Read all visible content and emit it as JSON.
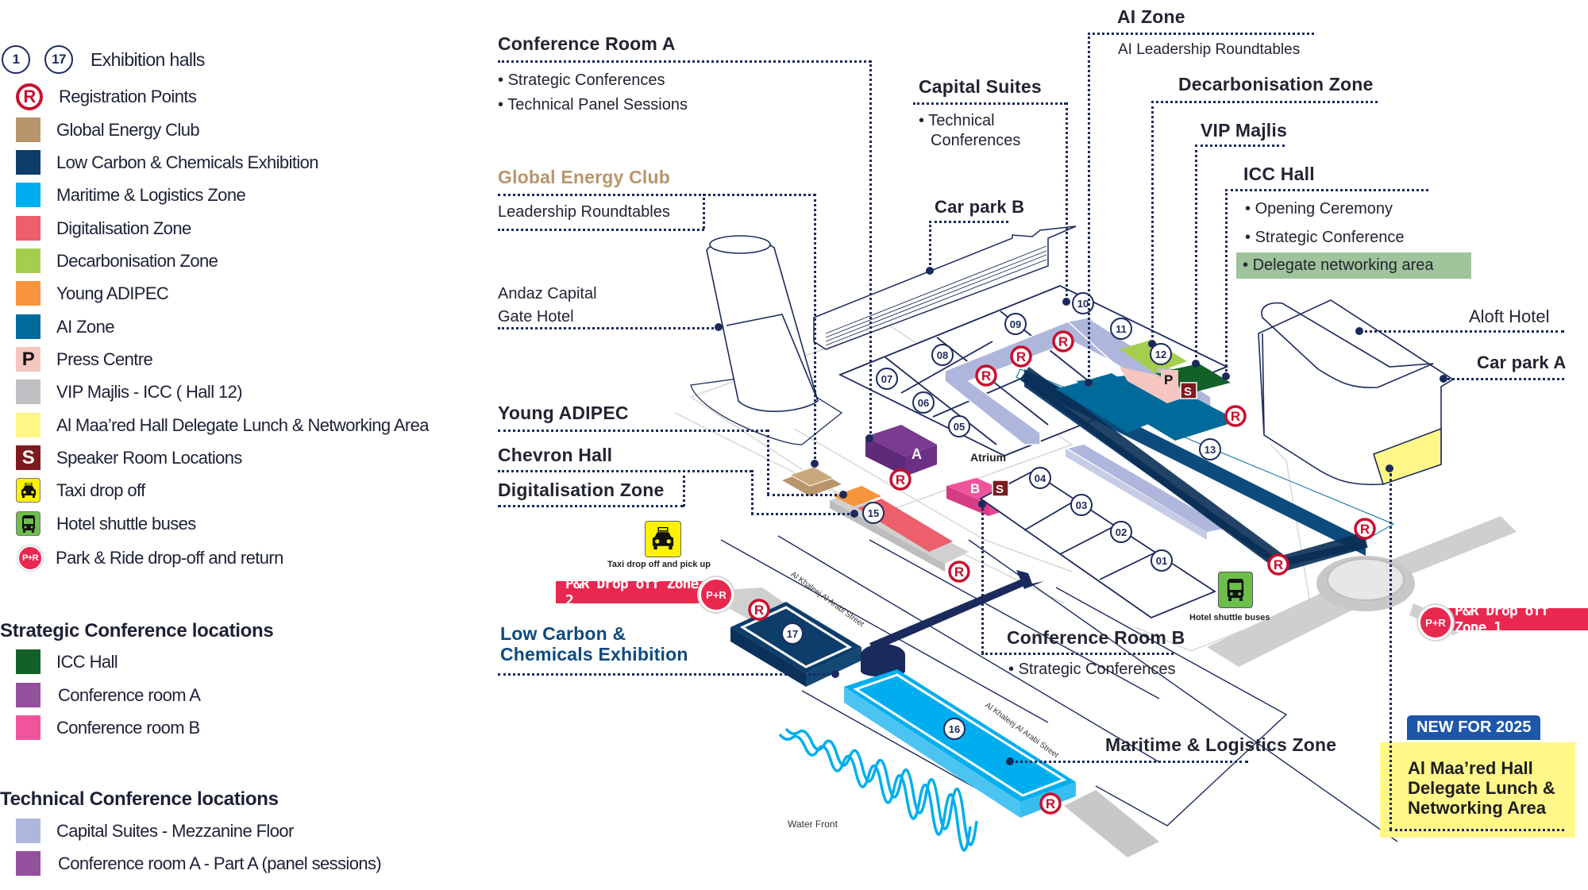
{
  "legend": {
    "exhibition_halls": {
      "sample_numbers": [
        "1",
        "17"
      ],
      "label": "Exhibition halls"
    },
    "registration": {
      "icon": "R",
      "label": "Registration Points"
    },
    "zones": [
      {
        "label": "Global Energy Club",
        "color": "#b8956a"
      },
      {
        "label": "Low Carbon & Chemicals Exhibition",
        "color": "#0d3d6b"
      },
      {
        "label": "Maritime & Logistics  Zone",
        "color": "#00aeef"
      },
      {
        "label": "Digitalisation Zone",
        "color": "#ec5f6b"
      },
      {
        "label": "Decarbonisation Zone",
        "color": "#a6ce4e"
      },
      {
        "label": "Young ADIPEC",
        "color": "#f7943e"
      },
      {
        "label": "AI Zone",
        "color": "#006b9a"
      },
      {
        "label": "Press Centre",
        "color": "#f5c6bf",
        "letter": "P"
      },
      {
        "label": "VIP Majlis - ICC ( Hall 12)",
        "color": "#c0c0c4"
      },
      {
        "label": "Al Maa’red Hall Delegate Lunch & Networking Area",
        "color": "#fff785"
      },
      {
        "label": "Speaker Room Locations",
        "color": "#7d1a1f",
        "letter": "S"
      }
    ],
    "transport": [
      {
        "label": "Taxi drop off",
        "icon": "taxi-icon",
        "color": "#fff200"
      },
      {
        "label": "Hotel shuttle buses",
        "icon": "bus-icon",
        "color": "#6cc04a"
      },
      {
        "label": "Park & Ride drop-off and return",
        "icon": "P+R",
        "color": "#e8284f"
      }
    ],
    "strategic_heading": "Strategic Conference locations",
    "strategic": [
      {
        "label": "ICC Hall",
        "color": "#136128"
      },
      {
        "label": "Conference room A",
        "color": "#93509c"
      },
      {
        "label": "Conference room B",
        "color": "#f0559b"
      }
    ],
    "technical_heading": "Technical Conference locations",
    "technical": [
      {
        "label": "Capital Suites - Mezzanine Floor",
        "color": "#aeb6dc"
      },
      {
        "label": "Conference room A - Part A (panel sessions)",
        "color": "#93509c"
      }
    ]
  },
  "callouts": {
    "conference_room_a": {
      "title": "Conference Room A",
      "items": [
        "Strategic Conferences",
        "Technical Panel Sessions"
      ]
    },
    "global_energy_club": {
      "title": "Global Energy Club",
      "subtitle": "Leadership  Roundtables",
      "color": "#b8956a"
    },
    "andaz": {
      "title_line1": "Andaz Capital",
      "title_line2": "Gate Hotel"
    },
    "young_adipec": {
      "title": "Young ADIPEC"
    },
    "chevron_hall": {
      "title": "Chevron Hall"
    },
    "digitalisation_zone": {
      "title": "Digitalisation Zone"
    },
    "low_carbon": {
      "title_line1": "Low Carbon &",
      "title_line2": "Chemicals Exhibition",
      "color": "#0d4a7e"
    },
    "capital_suites": {
      "title": "Capital Suites",
      "items_line1": "Technical",
      "items_line2": "Conferences"
    },
    "car_park_b": {
      "title": "Car park B"
    },
    "ai_zone": {
      "title": "AI Zone",
      "subtitle": "AI Leadership Roundtables"
    },
    "decarbonisation_zone": {
      "title": "Decarbonisation Zone"
    },
    "vip_majlis": {
      "title": "VIP Majlis"
    },
    "icc_hall": {
      "title": "ICC Hall",
      "items": [
        "Opening Ceremony",
        "Strategic Conference"
      ],
      "highlight_item": "Delegate networking area"
    },
    "aloft_hotel": {
      "title": "Aloft Hotel"
    },
    "car_park_a": {
      "title": "Car park A"
    },
    "conference_room_b": {
      "title": "Conference Room B",
      "items": [
        "Strategic Conferences"
      ]
    },
    "maritime_zone": {
      "title": "Maritime & Logistics Zone"
    },
    "new_for_2025": {
      "badge": "NEW FOR 2025",
      "line1": "Al Maa’red Hall",
      "line2": "Delegate Lunch &",
      "line3": "Networking Area"
    }
  },
  "map": {
    "atrium_label": "Atrium",
    "halls": [
      "01",
      "02",
      "03",
      "04",
      "05",
      "06",
      "07",
      "08",
      "09",
      "10",
      "11",
      "12",
      "13",
      "15",
      "16",
      "17"
    ],
    "room_a_letter": "A",
    "room_b_letter": "B",
    "press_letter": "P",
    "speaker_letter": "S",
    "registration_letter": "R",
    "taxi_caption": "Taxi drop off and pick up",
    "taxi_sign": "TAXI",
    "shuttle_caption": "Hotel shuttle buses",
    "pr_zone_2": "P&R Drop off Zone 2",
    "pr_zone_1": "P&R Drop off Zone 1",
    "pr_badge": "P+R",
    "street_name": "Al Khaleej Al Arabi Street",
    "water_front": "Water Front"
  }
}
